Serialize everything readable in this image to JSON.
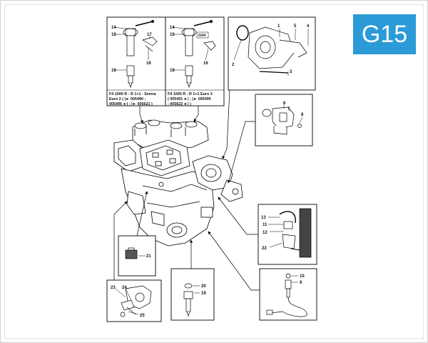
{
  "page_code": "G15",
  "diagram": {
    "insets": [
      {
        "callouts": [
          "14",
          "15",
          "17",
          "16",
          "18"
        ],
        "caption_lines": [
          "F4 1000 R - R 1+1 - Senna",
          "Euro 2  ( |► 005490 ;",
          "005496 ►| ; |► 005621 )"
        ]
      },
      {
        "callouts": [
          "14",
          "15",
          "G04",
          "16",
          "18"
        ],
        "caption_lines": [
          "F4 1000 R - R 1+1 Euro 3",
          "( 005491 ►| ; |► 005495",
          "; 005622 ►| )"
        ]
      },
      {
        "callouts": [
          "1",
          "5",
          "4",
          "2",
          "3"
        ]
      },
      {
        "callouts": [
          "6",
          "7",
          "8"
        ]
      },
      {
        "callouts": [
          "13",
          "11",
          "12",
          "22"
        ]
      },
      {
        "callouts": [
          "21"
        ]
      },
      {
        "callouts": [
          "23",
          "24",
          "25"
        ]
      },
      {
        "callouts": [
          "20",
          "19"
        ]
      },
      {
        "callouts": [
          "10",
          "9"
        ]
      }
    ]
  },
  "colors": {
    "badge": "#2b9ad6",
    "line": "#000000",
    "frame": "#d0d0d0"
  }
}
